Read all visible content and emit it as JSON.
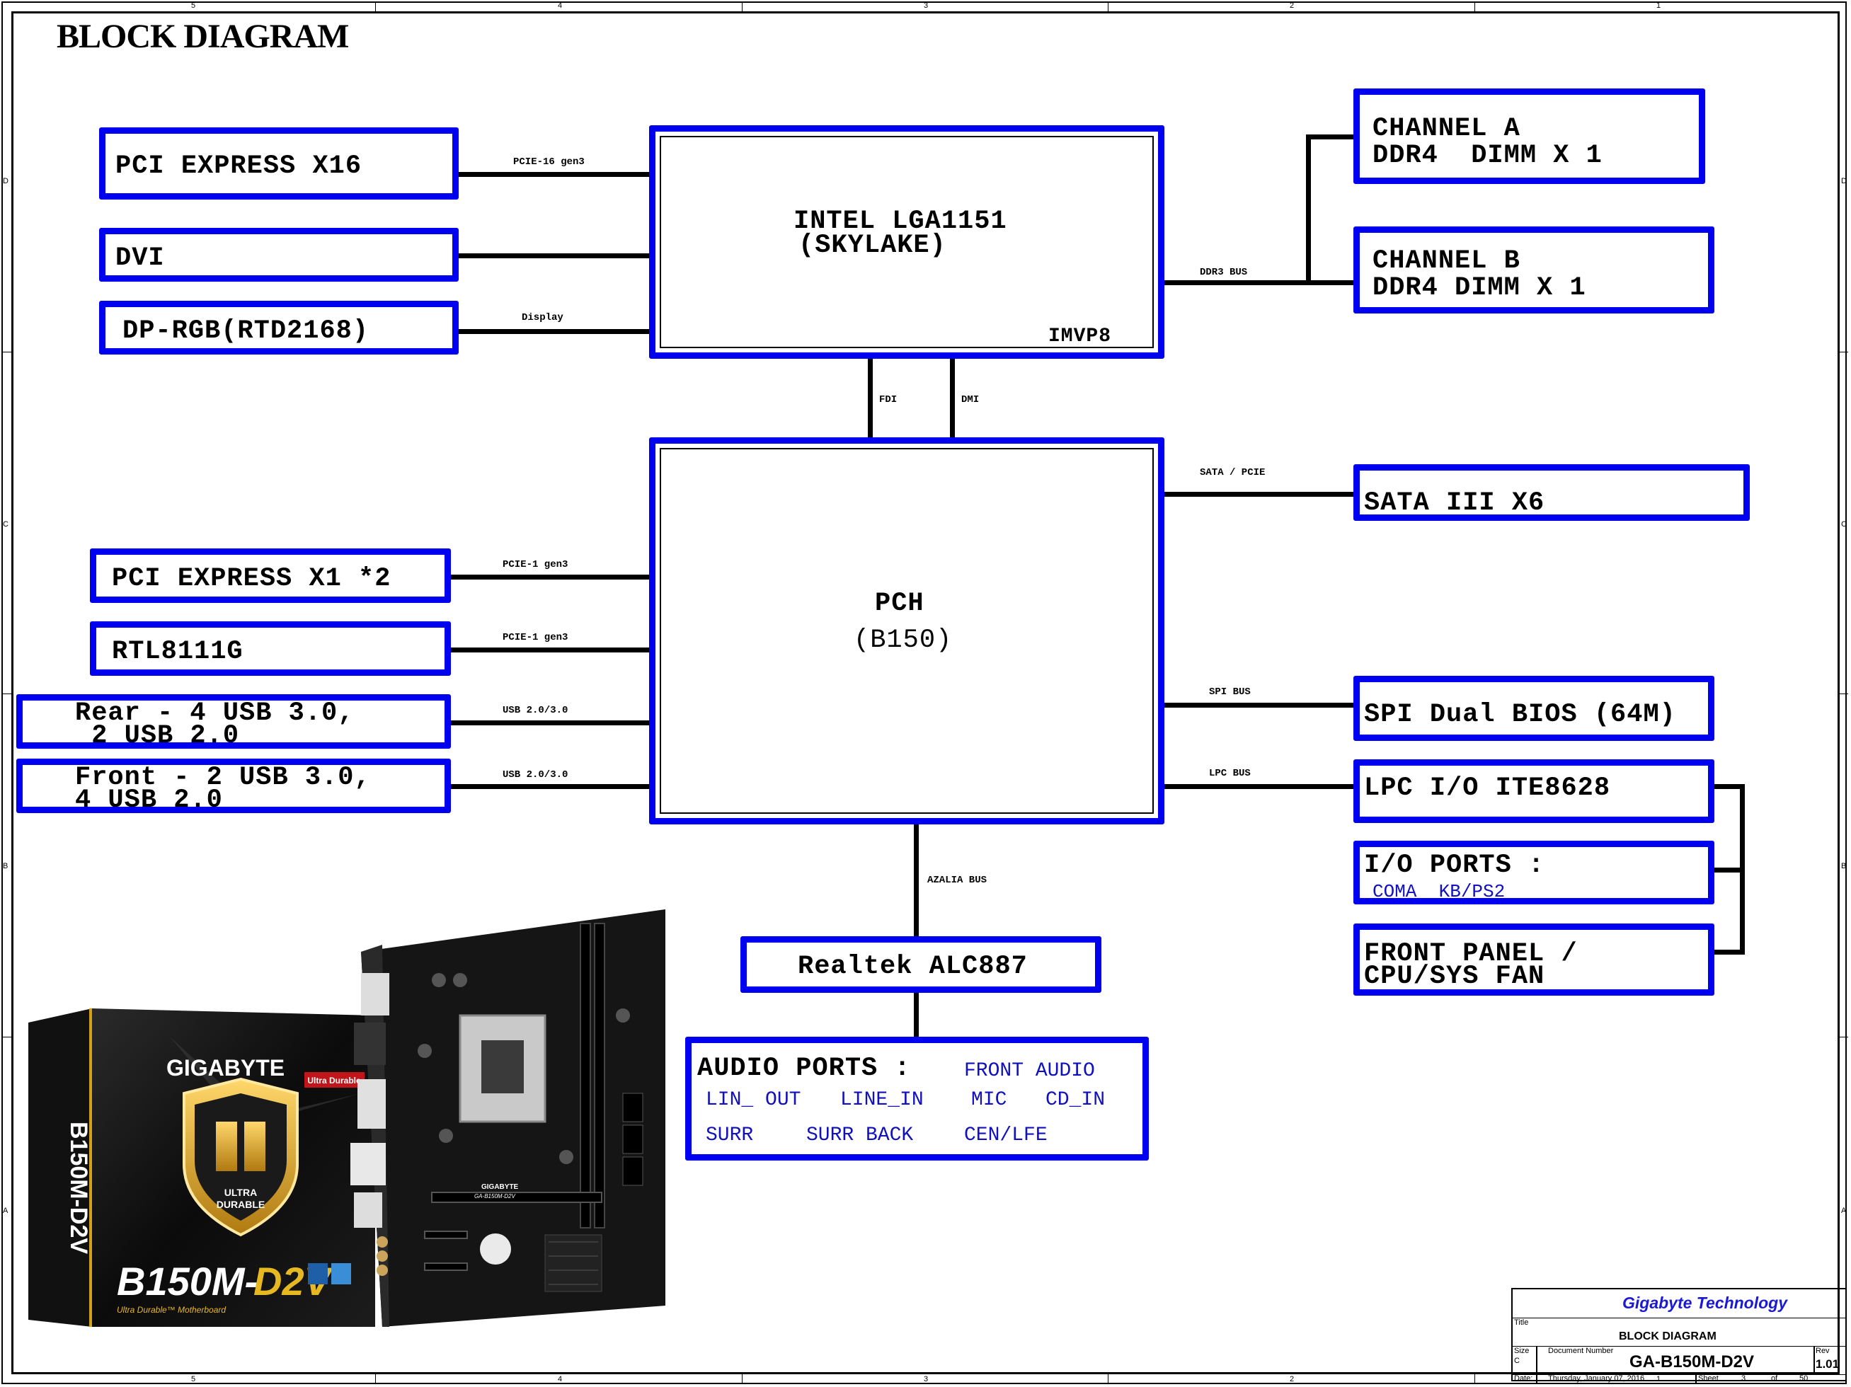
{
  "page": {
    "title": "BLOCK DIAGRAM"
  },
  "rulers": {
    "columns": [
      "5",
      "4",
      "3",
      "2",
      "1"
    ],
    "rows": [
      "D",
      "C",
      "B",
      "A"
    ]
  },
  "colors": {
    "block_border": "#0000f0",
    "wire": "#000000",
    "secondary_text": "#1010c0",
    "company": "#1a1ad6"
  },
  "blocks": {
    "pcie_x16": {
      "label": "PCI EXPRESS X16"
    },
    "dvi": {
      "label": "DVI"
    },
    "dp_rgb": {
      "label": "DP-RGB(RTD2168)"
    },
    "cpu": {
      "line1": "INTEL LGA1151",
      "line2": "(SKYLAKE)",
      "sub": "IMVP8"
    },
    "channel_a": {
      "line1": "CHANNEL A",
      "line2": "DDR4  DIMM X 1"
    },
    "channel_b": {
      "line1": "CHANNEL B",
      "line2": "DDR4 DIMM X 1"
    },
    "pch": {
      "line1": "PCH",
      "line2": "(B150)"
    },
    "sata": {
      "label": "SATA III X6"
    },
    "pcie_x1": {
      "label": "PCI EXPRESS X1 *2"
    },
    "rtl": {
      "label": "RTL8111G"
    },
    "rear_usb": {
      "line1": "Rear - 4 USB 3.0,",
      "line2": " 2 USB 2.0"
    },
    "front_usb": {
      "line1": "Front - 2 USB 3.0,",
      "line2": "4 USB 2.0"
    },
    "spi_bios": {
      "label": "SPI Dual BIOS (64M)"
    },
    "lpc_io": {
      "label": "LPC I/O ITE8628"
    },
    "io_ports": {
      "label": "I/O PORTS :",
      "items": "COMA  KB/PS2"
    },
    "front_panel": {
      "line1": "FRONT PANEL /",
      "line2": "CPU/SYS FAN"
    },
    "realtek": {
      "label": "Realtek ALC887"
    },
    "audio_ports": {
      "label": "AUDIO PORTS :",
      "items": [
        "FRONT AUDIO",
        "LIN_ OUT",
        "LINE_IN",
        "MIC",
        "CD_IN",
        "SURR",
        "SURR BACK",
        "CEN/LFE"
      ]
    }
  },
  "buses": {
    "pcie16": "PCIE-16 gen3",
    "display": "Display",
    "ddr": "DDR3 BUS",
    "fdi": "FDI",
    "dmi": "DMI",
    "sata_pcie": "SATA / PCIE",
    "pcie1_a": "PCIE-1 gen3",
    "pcie1_b": "PCIE-1 gen3",
    "usb_a": "USB 2.0/3.0",
    "usb_b": "USB 2.0/3.0",
    "spi": "SPI BUS",
    "lpc": "LPC BUS",
    "azalia": "AZALIA BUS"
  },
  "product_photo": {
    "brand": "GIGABYTE",
    "model": "B150M-D2V",
    "badge": "ULTRA DURABLE",
    "tagline": "Ultra Durable™ Motherboard",
    "sticker": "Ultra Durable",
    "board_model": "GA-B150M-D2V"
  },
  "title_block": {
    "company": "Gigabyte Technology",
    "title_label": "Title",
    "title": "BLOCK DIAGRAM",
    "size_label": "Size",
    "size": "C",
    "doc_label": "Document Number",
    "doc_number": "GA-B150M-D2V",
    "rev_label": "Rev",
    "rev": "1.01",
    "date_label": "Date:",
    "date": "Thursday, January 07, 2016",
    "sheet_label": "Sheet",
    "sheet": "3",
    "of_label": "of",
    "sheets_total": "50"
  }
}
